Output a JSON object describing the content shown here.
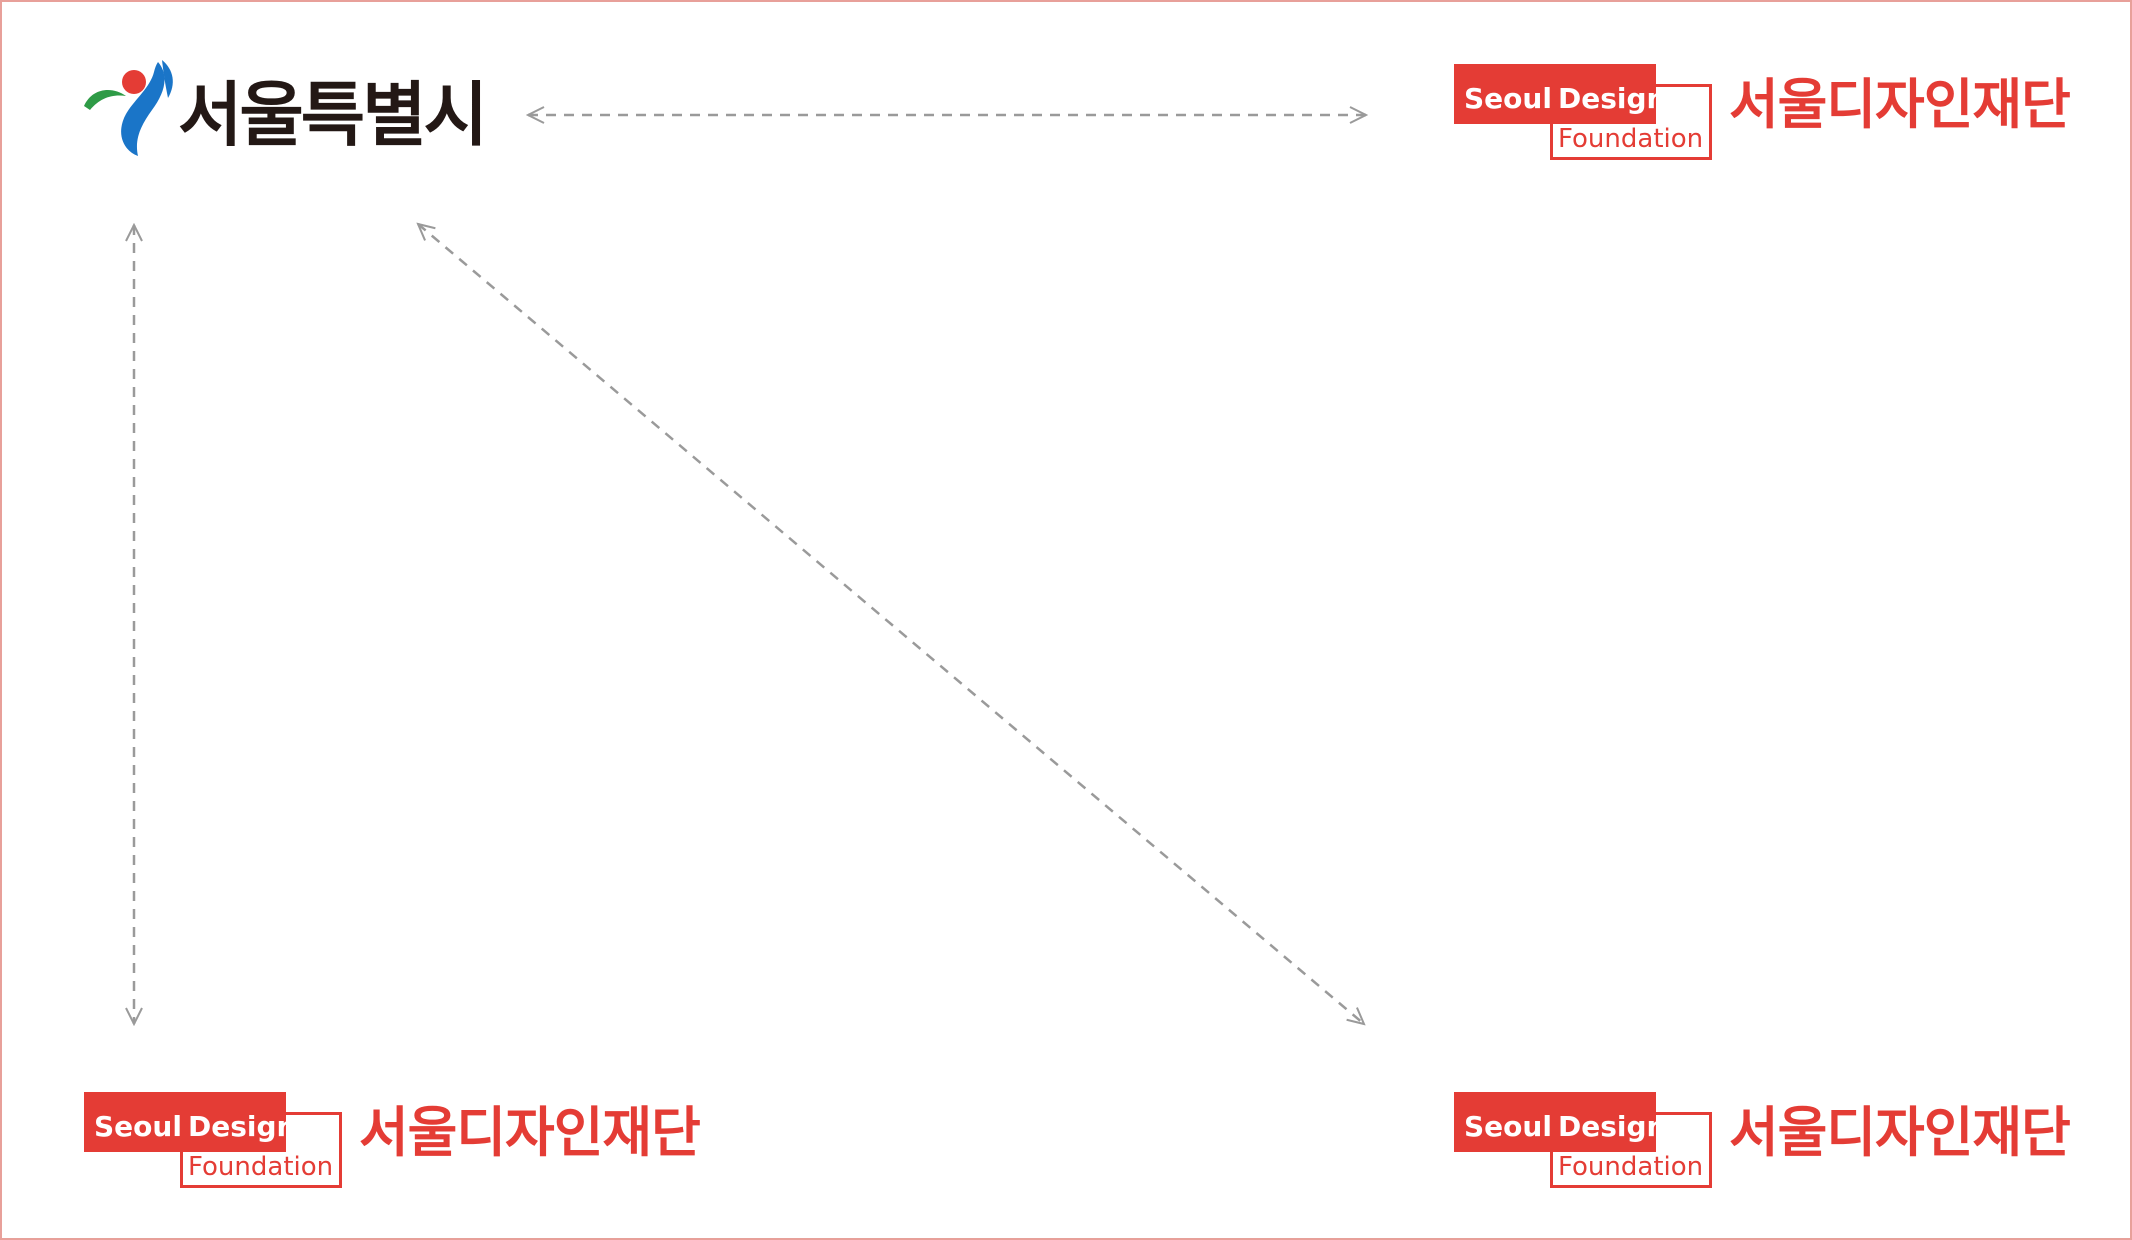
{
  "seoul_city_logo": {
    "name": "서울특별시",
    "emblem": "seoul-emblem-icon",
    "colors": {
      "text": "#231815",
      "blue": "#1a75c8",
      "red": "#e43c35",
      "green": "#2e9b46"
    }
  },
  "sdf_logos": [
    {
      "seoul": "Seoul",
      "design": "Design",
      "foundation": "Foundation",
      "korean": "서울디자인재단"
    },
    {
      "seoul": "Seoul",
      "design": "Design",
      "foundation": "Foundation",
      "korean": "서울디자인재단"
    },
    {
      "seoul": "Seoul",
      "design": "Design",
      "foundation": "Foundation",
      "korean": "서울디자인재단"
    }
  ],
  "colors": {
    "brand_red": "#e43c35",
    "arrow_gray": "#9a9a9a",
    "frame": "#e8a09a"
  },
  "connectors": [
    "double-arrow-horizontal",
    "double-arrow-vertical",
    "double-arrow-diagonal"
  ]
}
